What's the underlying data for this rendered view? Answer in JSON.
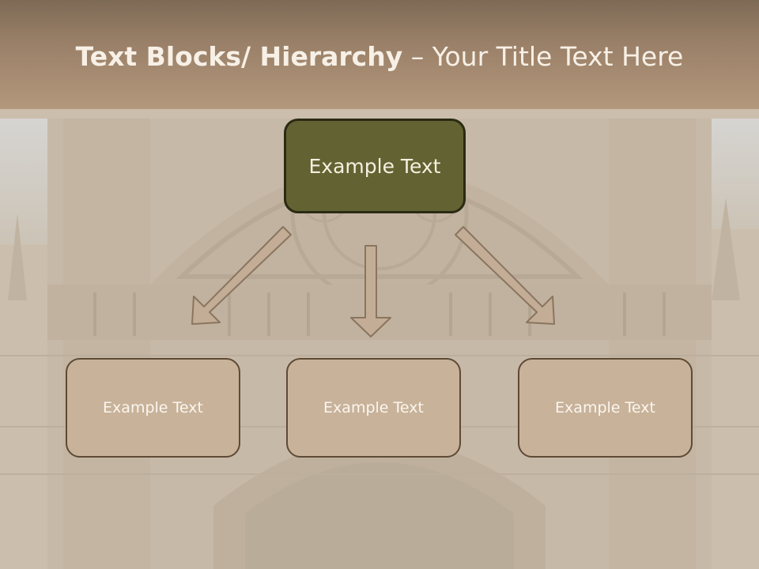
{
  "title": {
    "bold_part": "Text Blocks/ Hierarchy",
    "separator": " – ",
    "regular_part": "Your Title Text Here"
  },
  "diagram": {
    "root_label": "Example Text",
    "children": [
      {
        "label": "Example Text"
      },
      {
        "label": "Example Text"
      },
      {
        "label": "Example Text"
      }
    ]
  },
  "colors": {
    "header": "#9a8068",
    "root_fill": "#636232",
    "child_fill": "#c8b29a",
    "arrow_fill": "#c3ad96",
    "arrow_stroke": "#8a7560"
  }
}
